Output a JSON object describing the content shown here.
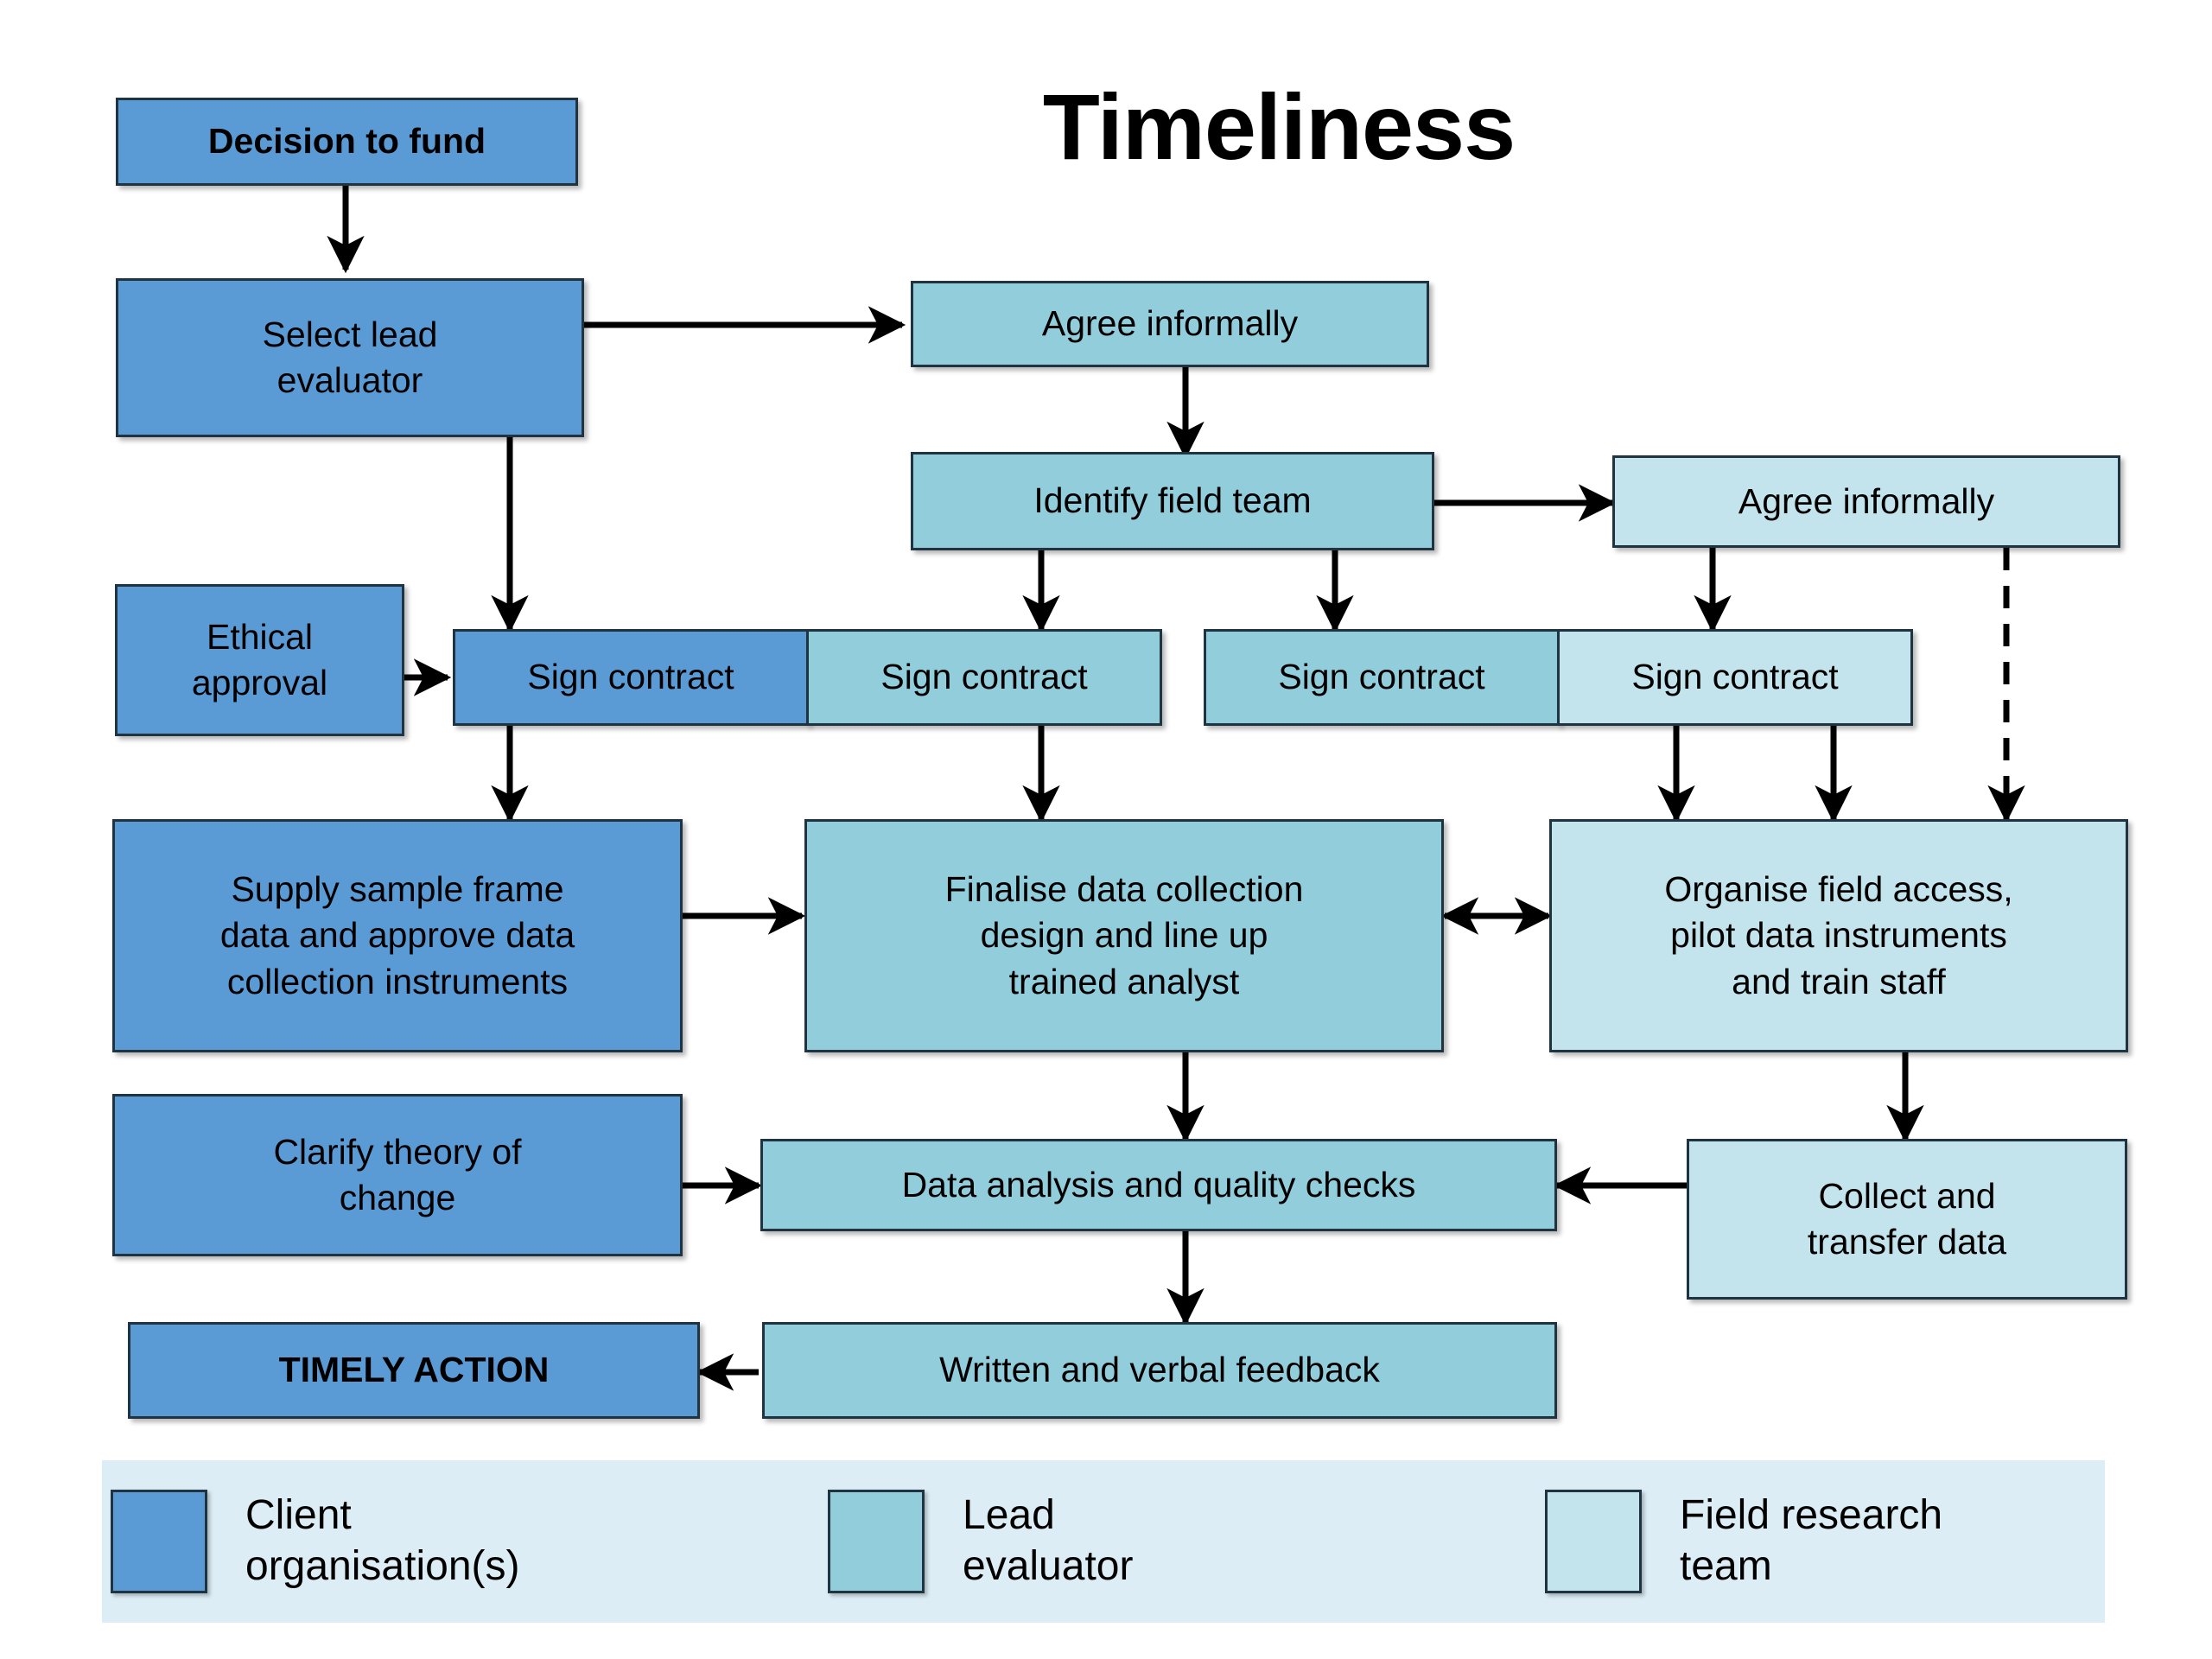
{
  "title": "Timeliness",
  "colors": {
    "client_organisation": "#5B9BD5",
    "lead_evaluator": "#92CDDC",
    "field_research_team": "#C3E4EC",
    "legend_background": "#DCEDF5",
    "border": "#1f3440",
    "connector": "#000000",
    "page_background": "#ffffff"
  },
  "nodes": {
    "decision_to_fund": "Decision to fund",
    "select_lead_evaluator": "Select lead\nevaluator",
    "agree_informally_1": "Agree informally",
    "identify_field_team": "Identify field team",
    "agree_informally_2": "Agree informally",
    "ethical_approval": "Ethical\napproval",
    "sign_contract_1": "Sign contract",
    "sign_contract_2": "Sign contract",
    "sign_contract_3": "Sign contract",
    "sign_contract_4": "Sign contract",
    "supply_sample_frame": "Supply sample frame\ndata and approve data\ncollection instruments",
    "finalise_data_collection": "Finalise data collection\ndesign and line up\ntrained analyst",
    "organise_field_access": "Organise field access,\npilot data instruments\nand train staff",
    "clarify_theory_of_change": "Clarify theory of\nchange",
    "data_analysis": "Data analysis and quality checks",
    "collect_and_transfer_data": "Collect and\ntransfer data",
    "timely_action": "TIMELY ACTION",
    "written_and_verbal_feedback": "Written and verbal feedback"
  },
  "legend": {
    "items": [
      {
        "color_key": "client_organisation",
        "label": "Client\norganisation(s)"
      },
      {
        "color_key": "lead_evaluator",
        "label": "Lead\nevaluator"
      },
      {
        "color_key": "field_research_team",
        "label": "Field research\nteam"
      }
    ]
  },
  "connections": [
    {
      "from": "decision_to_fund",
      "to": "select_lead_evaluator",
      "style": "solid",
      "direction": "down"
    },
    {
      "from": "select_lead_evaluator",
      "to": "agree_informally_1",
      "style": "solid",
      "direction": "right"
    },
    {
      "from": "select_lead_evaluator",
      "to": "sign_contract_1",
      "style": "solid",
      "direction": "down"
    },
    {
      "from": "agree_informally_1",
      "to": "identify_field_team",
      "style": "solid",
      "direction": "down"
    },
    {
      "from": "identify_field_team",
      "to": "agree_informally_2",
      "style": "solid",
      "direction": "right"
    },
    {
      "from": "identify_field_team",
      "to": "sign_contract_2",
      "style": "solid",
      "direction": "down"
    },
    {
      "from": "identify_field_team",
      "to": "sign_contract_3",
      "style": "solid",
      "direction": "down"
    },
    {
      "from": "agree_informally_2",
      "to": "sign_contract_4",
      "style": "solid",
      "direction": "down"
    },
    {
      "from": "agree_informally_2",
      "to": "organise_field_access",
      "style": "dashed",
      "direction": "down"
    },
    {
      "from": "ethical_approval",
      "to": "sign_contract_1",
      "style": "solid",
      "direction": "right"
    },
    {
      "from": "sign_contract_1",
      "to": "supply_sample_frame",
      "style": "solid",
      "direction": "down"
    },
    {
      "from": "sign_contract_2",
      "to": "finalise_data_collection",
      "style": "solid",
      "direction": "down"
    },
    {
      "from": "sign_contract_4",
      "to": "organise_field_access",
      "style": "solid",
      "direction": "down"
    },
    {
      "from": "supply_sample_frame",
      "to": "finalise_data_collection",
      "style": "solid",
      "direction": "right"
    },
    {
      "from": "finalise_data_collection",
      "to": "organise_field_access",
      "style": "solid",
      "direction": "bidirectional"
    },
    {
      "from": "finalise_data_collection",
      "to": "data_analysis",
      "style": "solid",
      "direction": "down"
    },
    {
      "from": "clarify_theory_of_change",
      "to": "data_analysis",
      "style": "solid",
      "direction": "right"
    },
    {
      "from": "organise_field_access",
      "to": "collect_and_transfer_data",
      "style": "solid",
      "direction": "down"
    },
    {
      "from": "collect_and_transfer_data",
      "to": "data_analysis",
      "style": "solid",
      "direction": "left"
    },
    {
      "from": "data_analysis",
      "to": "written_and_verbal_feedback",
      "style": "solid",
      "direction": "down"
    },
    {
      "from": "written_and_verbal_feedback",
      "to": "timely_action",
      "style": "solid",
      "direction": "left"
    }
  ]
}
